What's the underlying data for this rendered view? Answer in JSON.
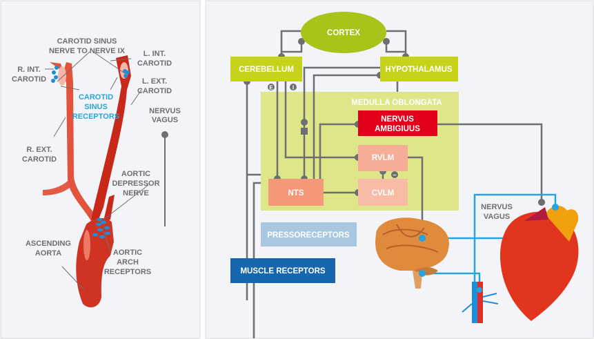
{
  "left_panel": {
    "labels": {
      "carotid_sinus_nerve": [
        "CAROTID SINUS",
        "NERVE TO NERVE IX"
      ],
      "r_int_carotid": [
        "R. INT.",
        "CAROTID"
      ],
      "l_int_carotid": [
        "L. INT.",
        "CAROTID"
      ],
      "l_ext_carotid": [
        "L. EXT.",
        "CAROTID"
      ],
      "carotid_sinus_receptors": [
        "CAROTID",
        "SINUS",
        "RECEPTORS"
      ],
      "nervus_vagus": [
        "NERVUS",
        "VAGUS"
      ],
      "r_ext_carotid": [
        "R. EXT.",
        "CAROTID"
      ],
      "aortic_depressor_nerve": [
        "AORTIC",
        "DEPRESSOR",
        "NERVE"
      ],
      "ascending_aorta": [
        "ASCENDING",
        "AORTA"
      ],
      "aortic_arch_receptors": [
        "AORTIC",
        "ARCH",
        "RECEPTORS"
      ]
    }
  },
  "right_panel": {
    "cortex": "CORTEX",
    "cerebellum": "CEREBELLUM",
    "hypothalamus": "HYPOTHALAMUS",
    "medulla": "MEDULLA OBLONGATA",
    "nervus_ambiguus": [
      "NERVUS",
      "AMBIGIUUS"
    ],
    "rvlm": "RVLM",
    "cvlm": "CVLM",
    "nts": "NTS",
    "pressoreceptors": "PRESSORECEPTORS",
    "muscle_receptors": "MUSCLE RECEPTORS",
    "nervus_vagus": [
      "NERVUS",
      "VAGUS"
    ],
    "excitatory_marker": "E",
    "inhibitory_marker": "I",
    "minus_marker": "−"
  },
  "colors": {
    "green": "#a8c31a",
    "medulla": "#dfe589",
    "red": "#e2001a",
    "salmon": "#f4987a",
    "light_salmon": "#f8bca6",
    "pressoreceptors": "#a9c7e1",
    "muscle": "#1767ae",
    "line": "#6d6e70",
    "blue_line": "#29a3dd"
  }
}
